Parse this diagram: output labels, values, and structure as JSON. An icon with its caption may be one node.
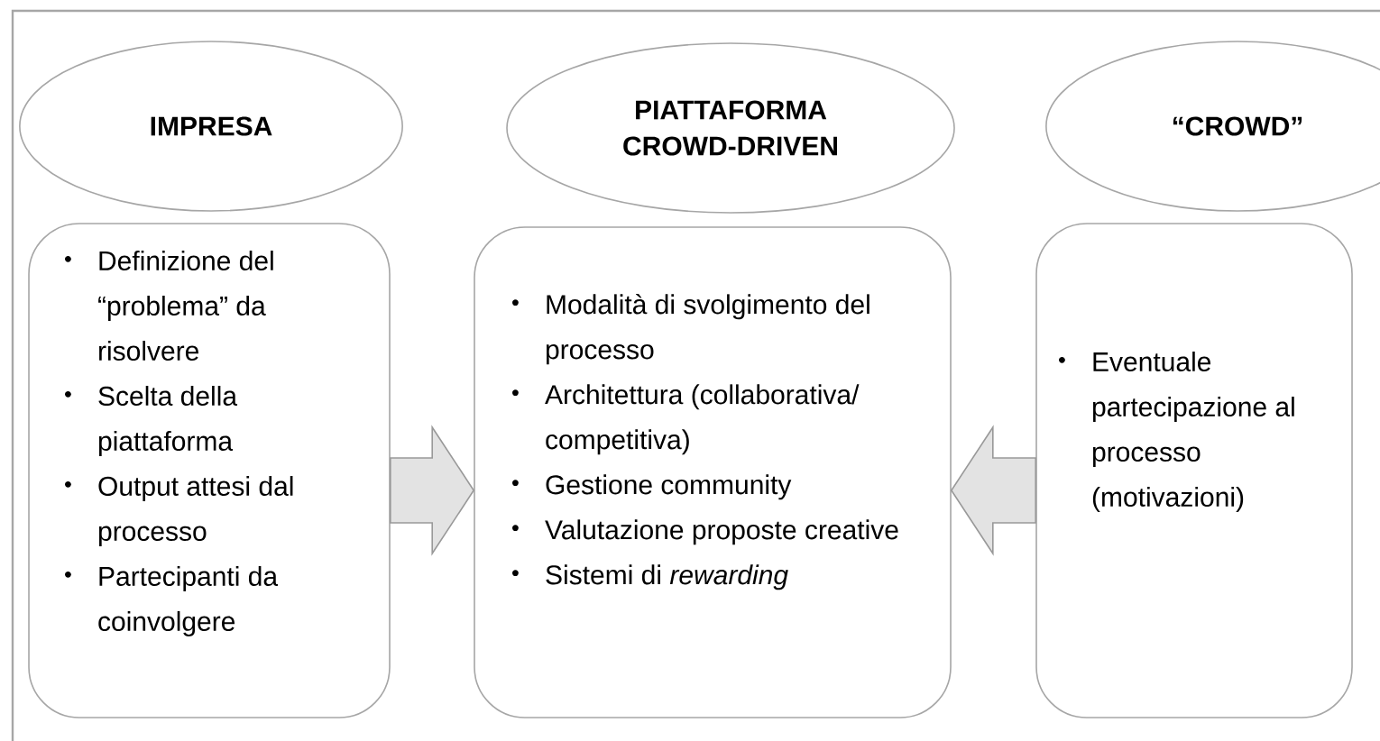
{
  "diagram": {
    "nodes": [
      {
        "text": [
          "IMPRESA"
        ]
      },
      {
        "text": [
          "PIATTAFORMA CROWD-DRIVEN"
        ]
      },
      {
        "text": [
          "“CROWD”"
        ]
      },
      {
        "text": [
          "Definizione del “problema” da risolvere",
          "Scelta della piattaforma",
          "Output attesi dal processo",
          "Partecipanti da coinvolgere"
        ]
      },
      {
        "text": [
          "Modalità di svolgimento del processo",
          "Architettura (collaborativa/ competitiva)",
          "Gestione community",
          "Valutazione proposte creative",
          "Sistemi di *rewarding*"
        ]
      },
      {
        "text": [
          "Eventuale partecipazione al processo (motivazioni)"
        ]
      }
    ],
    "edges": [
      {
        "from": 3,
        "to": 4,
        "arrow": "to"
      },
      {
        "from": 5,
        "to": 4,
        "arrow": "to"
      }
    ]
  }
}
